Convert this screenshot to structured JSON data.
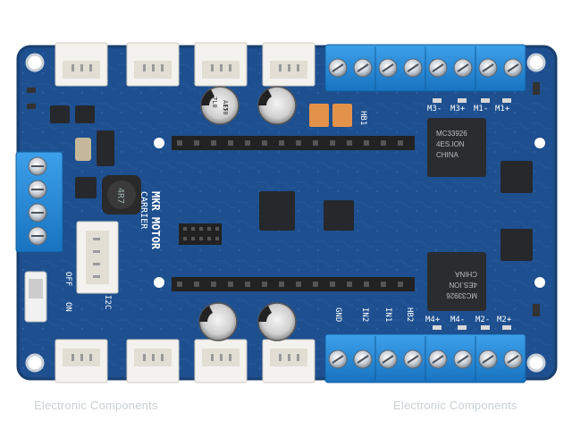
{
  "board": {
    "title_line1": "MKR MOTOR",
    "title_line2": "CARRIER",
    "labels": {
      "off": "OFF",
      "on": "ON",
      "i2c": "I2C",
      "gnd": "GND",
      "in1": "IN1",
      "in2": "IN2",
      "hb1": "HB1",
      "hb2": "HB2",
      "ind": "4R7",
      "m3m": "M3-",
      "m3p": "M3+",
      "m1m": "M1-",
      "m1p": "M1+",
      "m4p": "M4+",
      "m4m": "M4-",
      "m2m": "M2-",
      "m2p": "M2+"
    },
    "cap_text": [
      "150",
      "AFT",
      "7L0"
    ],
    "driver_chip_lines": [
      "MC33926",
      "4ES.ION",
      "CHINA"
    ],
    "colors": {
      "pcb": "#1e4f8f",
      "pcb_edge": "#17406f",
      "terminal": "#1e88d8",
      "jst": "#f3f2ee",
      "header": "#222222",
      "chip": "#2a2c30"
    }
  },
  "watermark": {
    "left": "Electronic Components",
    "right": "Electronic Components"
  }
}
